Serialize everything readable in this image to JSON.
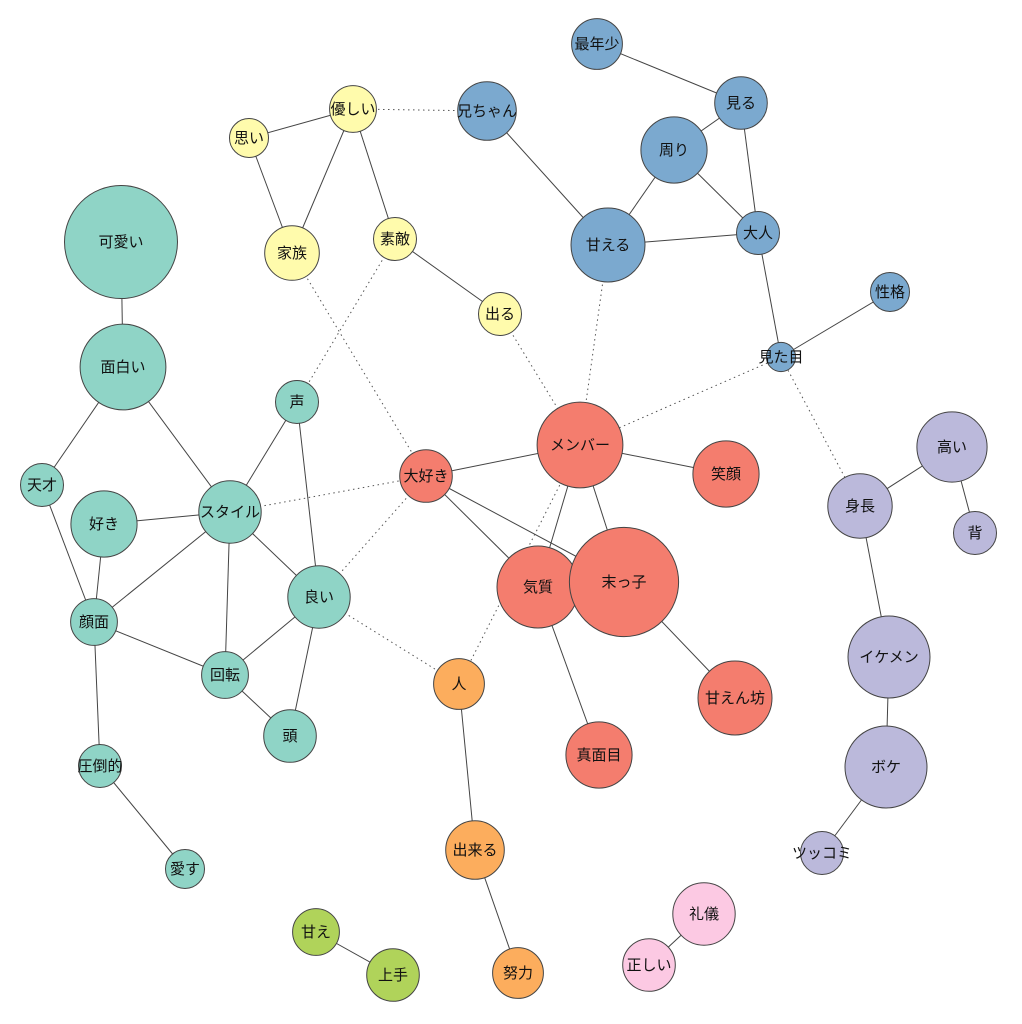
{
  "palette": {
    "red": "#f47d6e",
    "teal": "#8fd4c6",
    "blue": "#7ba9cf",
    "yellow": "#fffbac",
    "orange": "#fcad5d",
    "lavender": "#bbb9db",
    "green": "#b0d35a",
    "pink": "#fcc9e3"
  },
  "nodes": [
    {
      "id": "saisho",
      "label": "最年少",
      "group": "blue",
      "size": 1.3
    },
    {
      "id": "miru",
      "label": "見る",
      "group": "blue",
      "size": 1.35
    },
    {
      "id": "nichan",
      "label": "兄ちゃん",
      "group": "blue",
      "size": 1.5
    },
    {
      "id": "mawari",
      "label": "周り",
      "group": "blue",
      "size": 1.7
    },
    {
      "id": "amaeru",
      "label": "甘える",
      "group": "blue",
      "size": 1.9
    },
    {
      "id": "otona",
      "label": "大人",
      "group": "blue",
      "size": 1.1
    },
    {
      "id": "seikaku",
      "label": "性格",
      "group": "blue",
      "size": 1.0
    },
    {
      "id": "mitame",
      "label": "見た目",
      "group": "blue",
      "size": 0.75
    },
    {
      "id": "yasashii",
      "label": "優しい",
      "group": "yellow",
      "size": 1.2
    },
    {
      "id": "omoi",
      "label": "思い",
      "group": "yellow",
      "size": 1.0
    },
    {
      "id": "kazoku",
      "label": "家族",
      "group": "yellow",
      "size": 1.4
    },
    {
      "id": "suteki",
      "label": "素敵",
      "group": "yellow",
      "size": 1.1
    },
    {
      "id": "deru",
      "label": "出る",
      "group": "yellow",
      "size": 1.1
    },
    {
      "id": "kawaii",
      "label": "可愛い",
      "group": "teal",
      "size": 2.9
    },
    {
      "id": "omoshiroi",
      "label": "面白い",
      "group": "teal",
      "size": 2.2
    },
    {
      "id": "tensai",
      "label": "天才",
      "group": "teal",
      "size": 1.1
    },
    {
      "id": "suki",
      "label": "好き",
      "group": "teal",
      "size": 1.7
    },
    {
      "id": "style",
      "label": "スタイル",
      "group": "teal",
      "size": 1.6
    },
    {
      "id": "koe",
      "label": "声",
      "group": "teal",
      "size": 1.1
    },
    {
      "id": "ganmen",
      "label": "顔面",
      "group": "teal",
      "size": 1.2
    },
    {
      "id": "yoi",
      "label": "良い",
      "group": "teal",
      "size": 1.6
    },
    {
      "id": "kaiten",
      "label": "回転",
      "group": "teal",
      "size": 1.2
    },
    {
      "id": "atama",
      "label": "頭",
      "group": "teal",
      "size": 1.35
    },
    {
      "id": "attouteki",
      "label": "圧倒的",
      "group": "teal",
      "size": 1.1
    },
    {
      "id": "aisu",
      "label": "愛す",
      "group": "teal",
      "size": 1.0
    },
    {
      "id": "member",
      "label": "メンバー",
      "group": "red",
      "size": 2.2
    },
    {
      "id": "daisuki",
      "label": "大好き",
      "group": "red",
      "size": 1.35
    },
    {
      "id": "egao",
      "label": "笑顔",
      "group": "red",
      "size": 1.7
    },
    {
      "id": "kishitsu",
      "label": "気質",
      "group": "red",
      "size": 2.1
    },
    {
      "id": "suekko",
      "label": "末っ子",
      "group": "red",
      "size": 2.8
    },
    {
      "id": "amaenbou",
      "label": "甘えん坊",
      "group": "red",
      "size": 1.9
    },
    {
      "id": "majime",
      "label": "真面目",
      "group": "red",
      "size": 1.7
    },
    {
      "id": "hito",
      "label": "人",
      "group": "orange",
      "size": 1.3
    },
    {
      "id": "dekiru",
      "label": "出来る",
      "group": "orange",
      "size": 1.5
    },
    {
      "id": "doryoku",
      "label": "努力",
      "group": "orange",
      "size": 1.3
    },
    {
      "id": "takai",
      "label": "高い",
      "group": "lavender",
      "size": 1.8
    },
    {
      "id": "shincho",
      "label": "身長",
      "group": "lavender",
      "size": 1.65
    },
    {
      "id": "se",
      "label": "背",
      "group": "lavender",
      "size": 1.1
    },
    {
      "id": "ikemen",
      "label": "イケメン",
      "group": "lavender",
      "size": 2.1
    },
    {
      "id": "boke",
      "label": "ボケ",
      "group": "lavender",
      "size": 2.1
    },
    {
      "id": "tsukkomi",
      "label": "ツッコミ",
      "group": "lavender",
      "size": 1.1
    },
    {
      "id": "reigi",
      "label": "礼儀",
      "group": "pink",
      "size": 1.6
    },
    {
      "id": "tadashii",
      "label": "正しい",
      "group": "pink",
      "size": 1.35
    },
    {
      "id": "amae",
      "label": "甘え",
      "group": "green",
      "size": 1.2
    },
    {
      "id": "jouzu",
      "label": "上手",
      "group": "green",
      "size": 1.35
    }
  ],
  "edges": [
    {
      "source": "saisho",
      "target": "miru",
      "style": "solid"
    },
    {
      "source": "miru",
      "target": "mawari",
      "style": "solid"
    },
    {
      "source": "miru",
      "target": "otona",
      "style": "solid"
    },
    {
      "source": "mawari",
      "target": "amaeru",
      "style": "solid"
    },
    {
      "source": "mawari",
      "target": "otona",
      "style": "solid"
    },
    {
      "source": "amaeru",
      "target": "otona",
      "style": "solid"
    },
    {
      "source": "nichan",
      "target": "amaeru",
      "style": "solid"
    },
    {
      "source": "otona",
      "target": "mitame",
      "style": "solid"
    },
    {
      "source": "seikaku",
      "target": "mitame",
      "style": "solid"
    },
    {
      "source": "yasashii",
      "target": "nichan",
      "style": "dotted"
    },
    {
      "source": "yasashii",
      "target": "omoi",
      "style": "solid"
    },
    {
      "source": "yasashii",
      "target": "kazoku",
      "style": "solid"
    },
    {
      "source": "yasashii",
      "target": "suteki",
      "style": "solid"
    },
    {
      "source": "omoi",
      "target": "kazoku",
      "style": "solid"
    },
    {
      "source": "suteki",
      "target": "deru",
      "style": "solid"
    },
    {
      "source": "kazoku",
      "target": "daisuki",
      "style": "dotted"
    },
    {
      "source": "suteki",
      "target": "koe",
      "style": "dotted"
    },
    {
      "source": "deru",
      "target": "member",
      "style": "dotted"
    },
    {
      "source": "amaeru",
      "target": "member",
      "style": "dotted"
    },
    {
      "source": "mitame",
      "target": "member",
      "style": "dotted"
    },
    {
      "source": "mitame",
      "target": "shincho",
      "style": "dotted"
    },
    {
      "source": "kawaii",
      "target": "omoshiroi",
      "style": "solid"
    },
    {
      "source": "omoshiroi",
      "target": "tensai",
      "style": "solid"
    },
    {
      "source": "omoshiroi",
      "target": "style",
      "style": "solid"
    },
    {
      "source": "tensai",
      "target": "ganmen",
      "style": "solid"
    },
    {
      "source": "suki",
      "target": "style",
      "style": "solid"
    },
    {
      "source": "suki",
      "target": "ganmen",
      "style": "solid"
    },
    {
      "source": "style",
      "target": "ganmen",
      "style": "solid"
    },
    {
      "source": "style",
      "target": "kaiten",
      "style": "solid"
    },
    {
      "source": "style",
      "target": "yoi",
      "style": "solid"
    },
    {
      "source": "style",
      "target": "koe",
      "style": "solid"
    },
    {
      "source": "koe",
      "target": "yoi",
      "style": "solid"
    },
    {
      "source": "yoi",
      "target": "kaiten",
      "style": "solid"
    },
    {
      "source": "yoi",
      "target": "atama",
      "style": "solid"
    },
    {
      "source": "kaiten",
      "target": "atama",
      "style": "solid"
    },
    {
      "source": "ganmen",
      "target": "kaiten",
      "style": "solid"
    },
    {
      "source": "ganmen",
      "target": "attouteki",
      "style": "solid"
    },
    {
      "source": "attouteki",
      "target": "aisu",
      "style": "solid"
    },
    {
      "source": "style",
      "target": "daisuki",
      "style": "dotted"
    },
    {
      "source": "yoi",
      "target": "hito",
      "style": "dotted"
    },
    {
      "source": "daisuki",
      "target": "member",
      "style": "solid"
    },
    {
      "source": "daisuki",
      "target": "kishitsu",
      "style": "solid"
    },
    {
      "source": "daisuki",
      "target": "suekko",
      "style": "solid"
    },
    {
      "source": "daisuki",
      "target": "yoi",
      "style": "dotted"
    },
    {
      "source": "member",
      "target": "egao",
      "style": "solid"
    },
    {
      "source": "member",
      "target": "kishitsu",
      "style": "solid"
    },
    {
      "source": "member",
      "target": "suekko",
      "style": "solid"
    },
    {
      "source": "member",
      "target": "hito",
      "style": "dotted"
    },
    {
      "source": "kishitsu",
      "target": "suekko",
      "style": "solid"
    },
    {
      "source": "kishitsu",
      "target": "majime",
      "style": "solid"
    },
    {
      "source": "suekko",
      "target": "amaenbou",
      "style": "solid"
    },
    {
      "source": "hito",
      "target": "dekiru",
      "style": "solid"
    },
    {
      "source": "dekiru",
      "target": "doryoku",
      "style": "solid"
    },
    {
      "source": "takai",
      "target": "shincho",
      "style": "solid"
    },
    {
      "source": "takai",
      "target": "se",
      "style": "solid"
    },
    {
      "source": "shincho",
      "target": "ikemen",
      "style": "solid"
    },
    {
      "source": "ikemen",
      "target": "boke",
      "style": "solid"
    },
    {
      "source": "boke",
      "target": "tsukkomi",
      "style": "solid"
    },
    {
      "source": "reigi",
      "target": "tadashii",
      "style": "solid"
    },
    {
      "source": "amae",
      "target": "jouzu",
      "style": "solid"
    }
  ]
}
